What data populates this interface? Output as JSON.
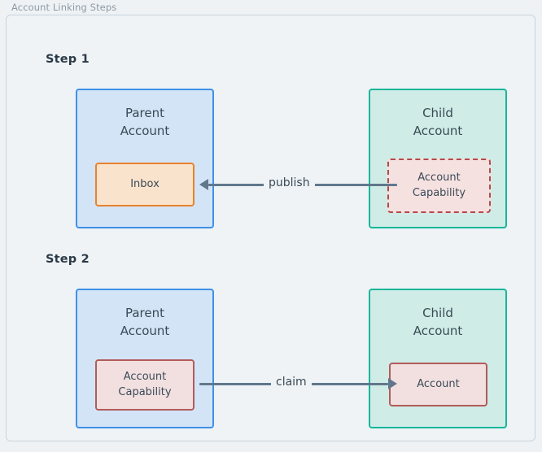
{
  "diagram": {
    "title": "Account Linking Steps",
    "frame_border_color": "#c9d3dc",
    "background_color": "#eef2f5"
  },
  "steps": [
    {
      "label": "Step 1",
      "parent": {
        "title": "Parent\nAccount",
        "fill": "#d4e4f7",
        "border": "#3e90e8",
        "resource": {
          "label": "Inbox",
          "fill": "#fae3cc",
          "border": "#e8822e",
          "border_style": "solid"
        }
      },
      "child": {
        "title": "Child\nAccount",
        "fill": "#cfece6",
        "border": "#17b69a",
        "resource": {
          "label": "Account\nCapability",
          "fill": "#f6e1e1",
          "border": "#b7484a",
          "border_style": "dashed"
        }
      },
      "connector": {
        "label": "publish",
        "direction": "right-to-left",
        "color": "#61788c"
      }
    },
    {
      "label": "Step 2",
      "parent": {
        "title": "Parent\nAccount",
        "fill": "#d4e4f7",
        "border": "#3e90e8",
        "resource": {
          "label": "Account\nCapability",
          "fill": "#f2e0e0",
          "border": "#b25b5b",
          "border_style": "solid"
        }
      },
      "child": {
        "title": "Child\nAccount",
        "fill": "#cfece6",
        "border": "#17b69a",
        "resource": {
          "label": "Account",
          "fill": "#f2e0e0",
          "border": "#b25b5b",
          "border_style": "solid"
        }
      },
      "connector": {
        "label": "claim",
        "direction": "left-to-right",
        "color": "#61788c"
      }
    }
  ]
}
